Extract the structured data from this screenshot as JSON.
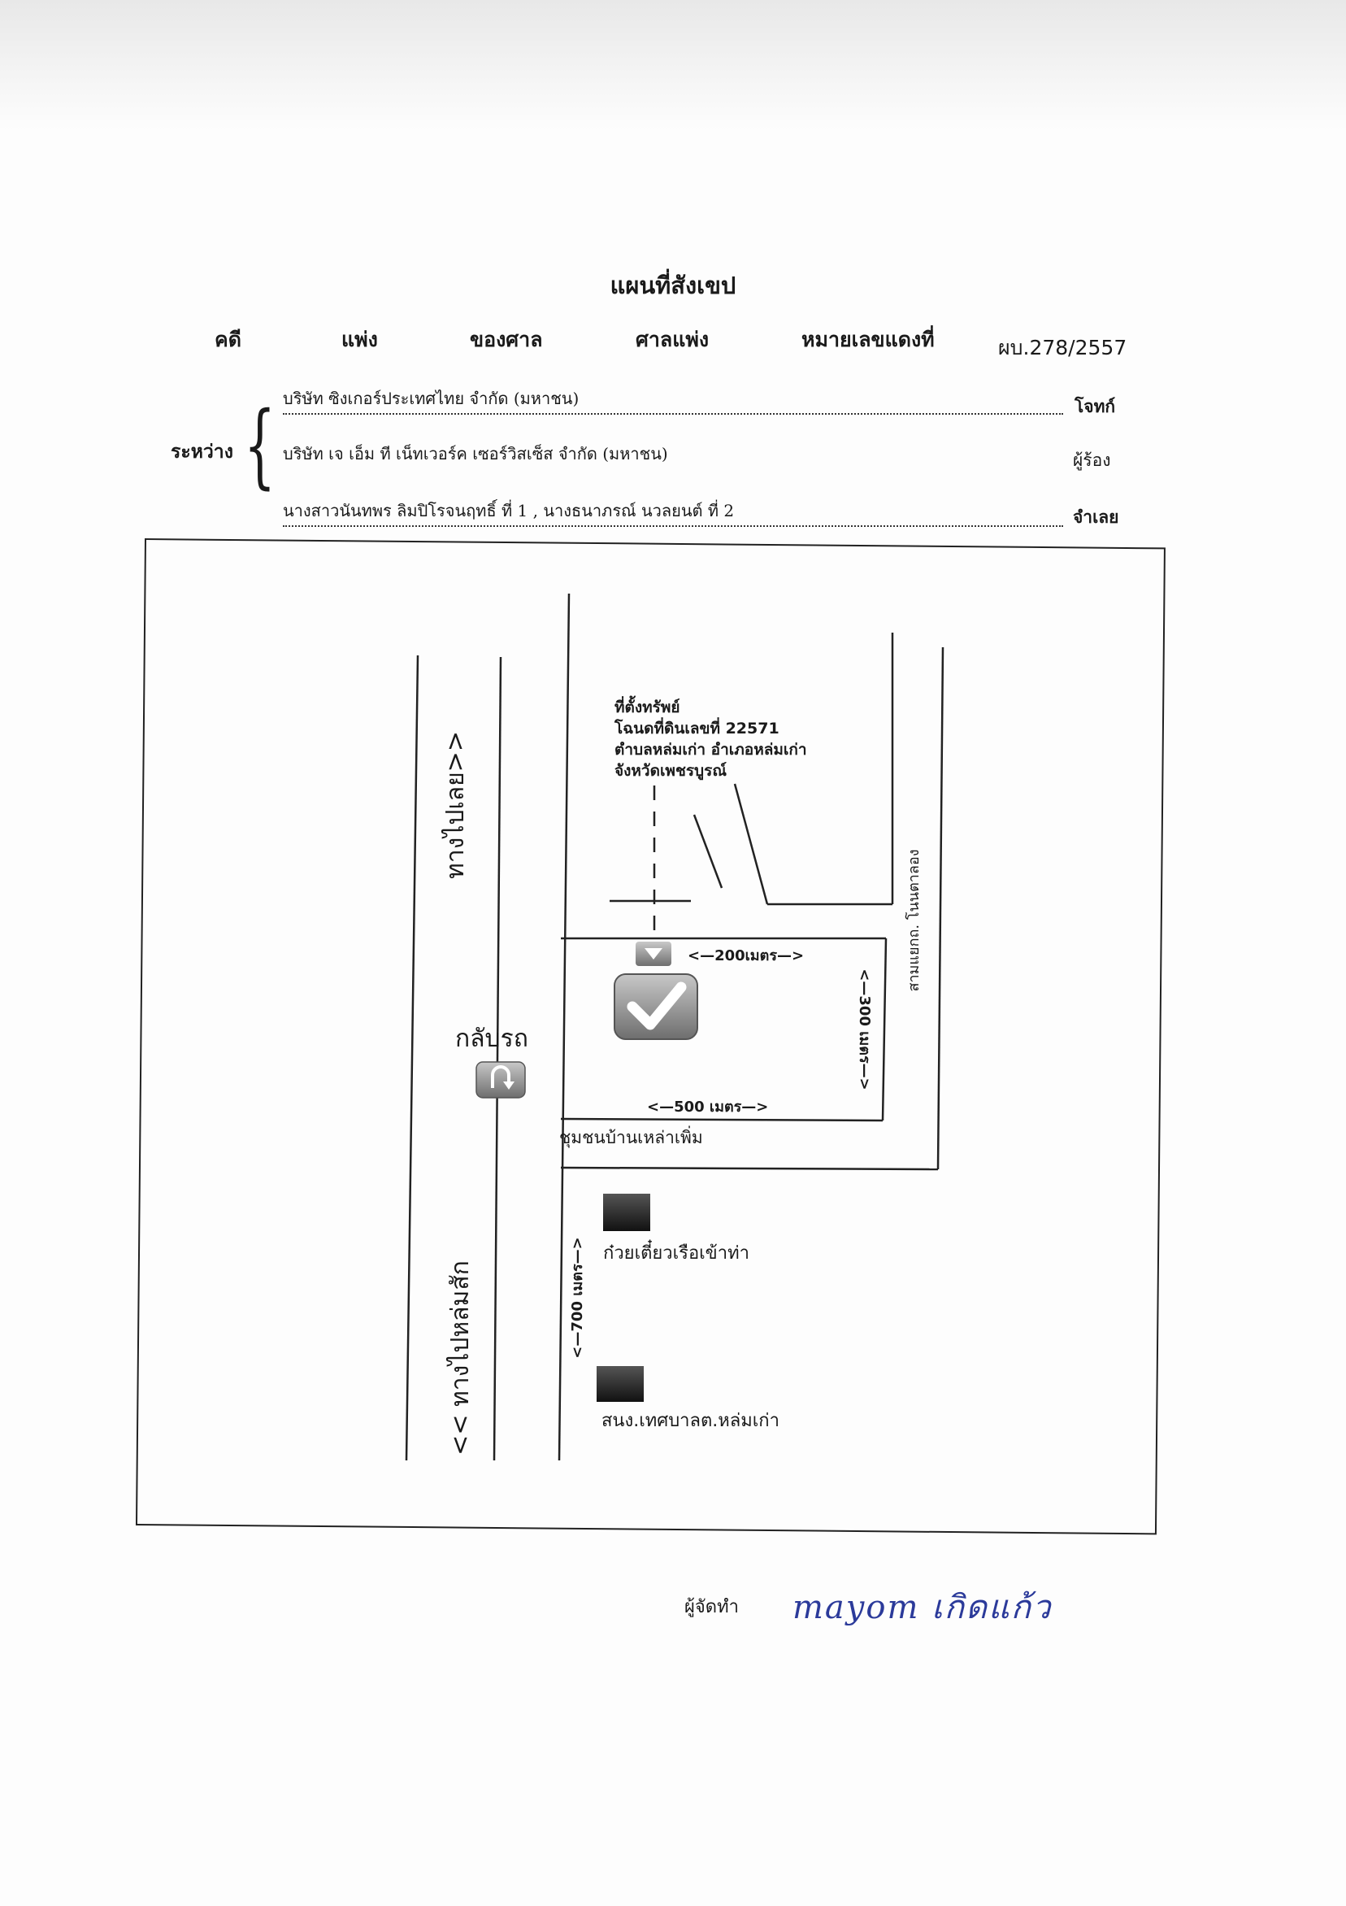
{
  "document": {
    "title": "แผนที่สังเขป",
    "case_header": {
      "case": "คดี",
      "civil": "แพ่ง",
      "of_court": "ของศาล",
      "court": "ศาลแพ่ง",
      "red_number_label": "หมายเลขแดงที่",
      "red_number": "ผบ.278/2557"
    },
    "between_label": "ระหว่าง",
    "parties": [
      {
        "name": "บริษัท ซิงเกอร์ประเทศไทย  จำกัด (มหาชน)",
        "role": "โจทก์"
      },
      {
        "name": "บริษัท เจ เอ็ม ที เน็ทเวอร์ค เซอร์วิสเซ็ส จำกัด (มหาชน)",
        "role": "ผู้ร้อง"
      },
      {
        "name": "นางสาวนันทพร ลิมปิโรจนฤทธิ์ ที่ 1 , นางธนาภรณ์ นวลยนต์ ที่ 2",
        "role": "จำเลย"
      }
    ],
    "preparer_label": "ผู้จัดทำ",
    "signature": "mayom เกิดแก้ว"
  },
  "map": {
    "property_label": [
      "ที่ตั้งทรัพย์",
      "โฉนดที่ดินเลขที่ 22571",
      "ตำบลหล่มเก่า  อำเภอหล่มเก่า",
      "จังหวัดเพชรบูรณ์"
    ],
    "to_loei": "ทางไปเลย>>",
    "to_lomsak": "<< ทางไปหล่มสัก",
    "u_turn": "กลับรถ",
    "junction": "สามแยกถ. โนนตาลอง",
    "community": "ชุมชนบ้านเหล่าเพิ่ม",
    "dist_200": "<—200เมตร—>",
    "dist_300": "<—300 เมตร—>",
    "dist_500": "<—500 เมตร—>",
    "dist_700": "<—700 เมตร—>",
    "noodle_shop": "ก๋วยเตี๋ยวเรือเข้าท่า",
    "municipal_school": "สนง.เทศบาลต.หล่มเก่า"
  }
}
